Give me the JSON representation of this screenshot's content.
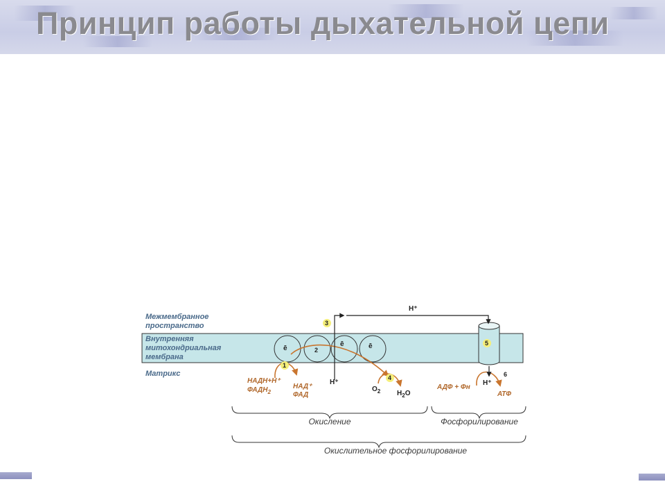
{
  "title": "Принцип работы дыхательной цепи",
  "diagram": {
    "labels": {
      "intermembrane_1": "Межмембранное",
      "intermembrane_2": "пространство",
      "membrane_1": "Внутренняя",
      "membrane_2": "митохондриальная",
      "membrane_3": "мембрана",
      "matrix": "Матрикс"
    },
    "electron": "ē",
    "proton": "H⁺",
    "numbers": {
      "n1": "1",
      "n2": "2",
      "n3": "3",
      "n4": "4",
      "n5": "5",
      "n6": "6"
    },
    "substrates": {
      "nadh": "НАДН+Н⁺",
      "fadh": "ФАДН",
      "fadh_sub": "2",
      "nad": "НАД⁺",
      "fad": "ФАД"
    },
    "oxygen": {
      "o": "O",
      "o_sub": "2"
    },
    "water": {
      "h": "H",
      "h_sub": "2",
      "o": "O"
    },
    "adp": "АДФ + Фн",
    "atp": "АТФ",
    "braces": {
      "oxidation": "Окисление",
      "phosphorylation": "Фосфорилирование",
      "oxidative_phosphorylation": "Окислительное фосфорилирование"
    },
    "colors": {
      "membrane_fill": "#c6e6e9",
      "orange_arrow": "#c9752e",
      "highlight": "#f5ef7a"
    }
  }
}
